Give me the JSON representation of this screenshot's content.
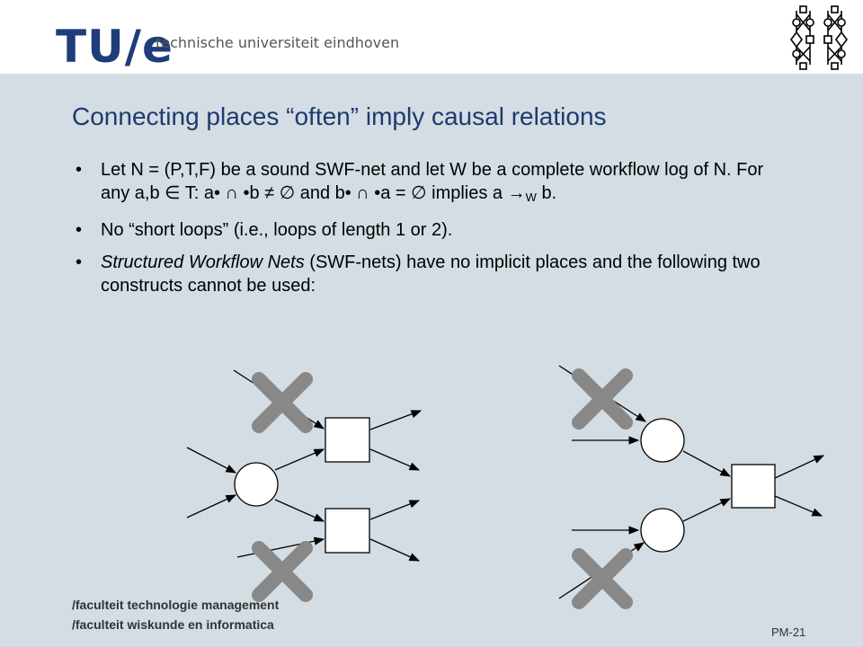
{
  "header": {
    "logo_text": "TU/e",
    "university": "technische universiteit eindhoven"
  },
  "slide": {
    "title": "Connecting places “often” imply causal relations",
    "bullets": [
      {
        "text_a": "Let N = (P,T,F) be a sound SWF-net and let W be a complete workflow log of N. For any a,b ∈ T: a• ∩ •b ≠ ∅ and b• ∩ •a = ∅ implies a →",
        "subscript": "W",
        "text_b": " b."
      },
      {
        "text": "No “short loops” (i.e., loops of length 1 or 2)."
      },
      {
        "emph": "Structured Workflow Nets",
        "text": " (SWF-nets) have no implicit places and the following two constructs cannot be used:"
      }
    ]
  },
  "footer": {
    "line1": "/faculteit technologie  management",
    "line2": "/faculteit wiskunde  en informatica"
  },
  "page_number": "PM-21",
  "colors": {
    "background": "#d3dde3",
    "title": "#1e3a6e",
    "logo": "#1f3d7a",
    "cross": "#888888"
  }
}
